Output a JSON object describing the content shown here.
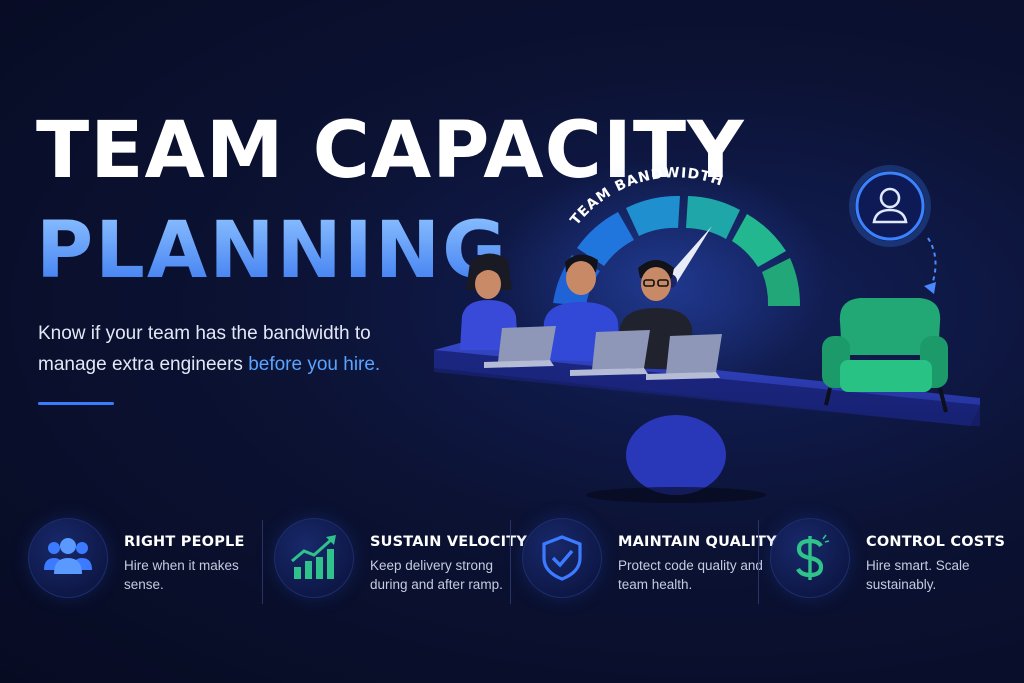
{
  "hero": {
    "title_line1": "TEAM CAPACITY",
    "title_line2": "PLANNING",
    "subtitle_main": "Know if your team has the bandwidth to manage extra engineers ",
    "subtitle_accent": "before you hire."
  },
  "illustration": {
    "gauge_label": "TEAM BANDWIDTH",
    "gauge_level": 0.62
  },
  "features": [
    {
      "title": "RIGHT PEOPLE",
      "desc": "Hire when it makes sense.",
      "icon": "team-icon"
    },
    {
      "title": "SUSTAIN VELOCITY",
      "desc": "Keep delivery strong during and after ramp.",
      "icon": "growth-chart-icon"
    },
    {
      "title": "MAINTAIN QUALITY",
      "desc": "Protect code quality and team health.",
      "icon": "shield-check-icon"
    },
    {
      "title": "CONTROL COSTS",
      "desc": "Hire smart. Scale sustainably.",
      "icon": "dollar-icon"
    }
  ],
  "colors": {
    "background": "#0b1233",
    "accent_blue": "#3b7cff",
    "title_blue": "#5aa0ff",
    "green": "#2fc28a",
    "seesaw": "#2a3aa8"
  }
}
